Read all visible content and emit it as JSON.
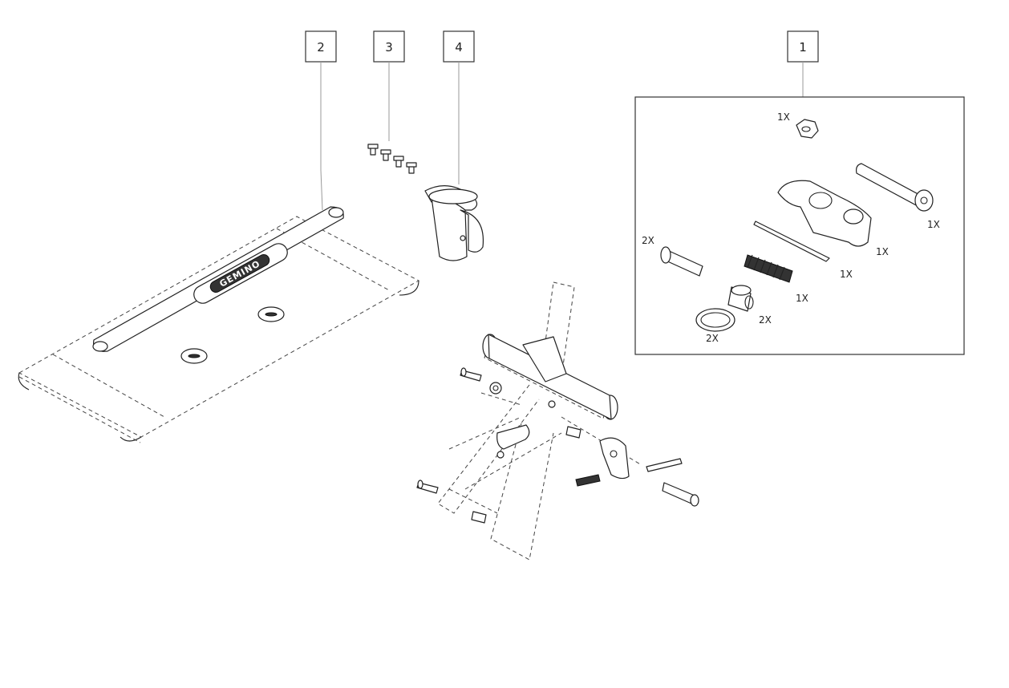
{
  "callouts": {
    "seat_sling": "2",
    "screws": "3",
    "handle": "4",
    "hinge_kit": "1"
  },
  "brand_text": "GEMINO",
  "detail_quantities": {
    "nut": "1X",
    "hinge_bolt": "1X",
    "hinge_plate": "1X",
    "axle_pin": "1X",
    "spring": "1X",
    "bushing": "2X",
    "ring": "2X",
    "rivet_pin": "2X"
  }
}
